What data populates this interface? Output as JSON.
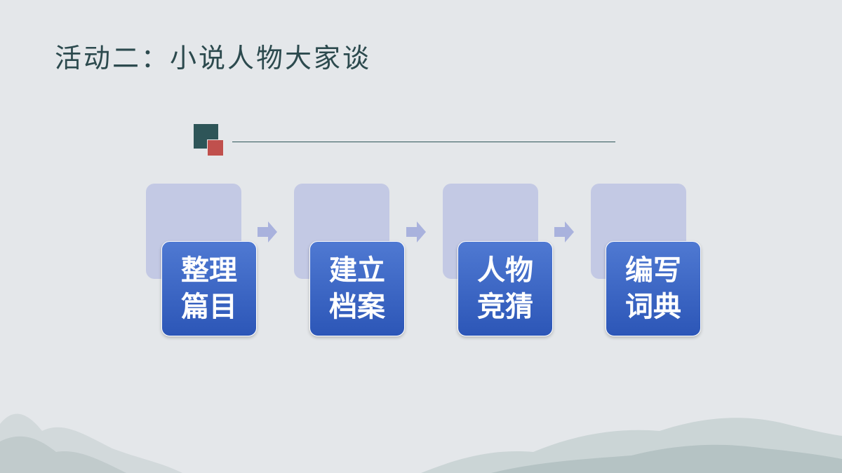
{
  "slide": {
    "title": "活动二：小说人物大家谈"
  },
  "steps": [
    {
      "label": "整理篇目"
    },
    {
      "label": "建立档案"
    },
    {
      "label": "人物竞猜"
    },
    {
      "label": "编写词典"
    }
  ],
  "colors": {
    "title": "#2c4a4e",
    "accent_dark": "#2e5558",
    "accent_red": "#c0504d",
    "card_blue": "#3a63c2",
    "card_back": "#c3c9e4",
    "arrow": "#a9b2dd",
    "background": "#e4e7ea"
  },
  "icons": {
    "arrow": "arrow-right-icon"
  }
}
